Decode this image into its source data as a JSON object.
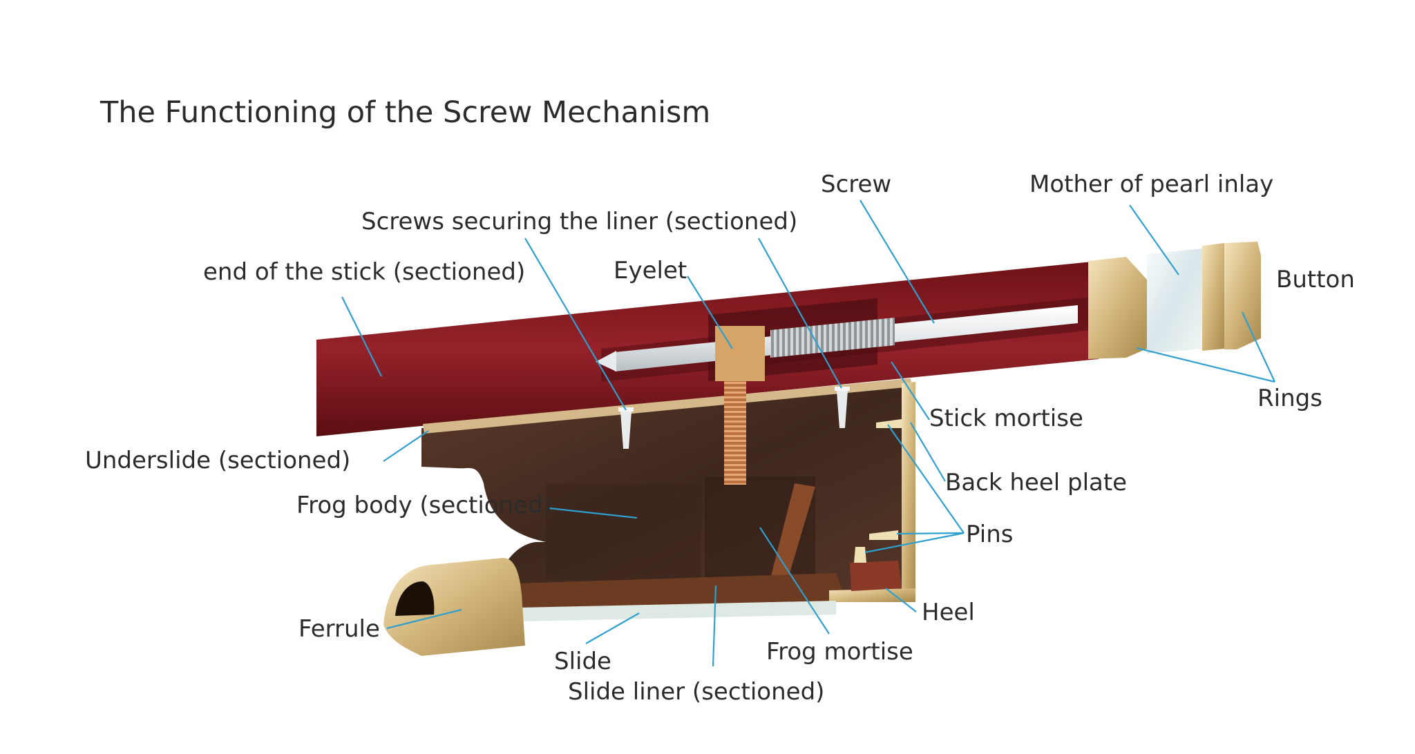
{
  "title": "The Functioning of the Screw Mechanism",
  "colors": {
    "leader": "#2f9fcf",
    "stick": "#8a1a1e",
    "frog_wood": "#4a2f22",
    "gold": "#dcc590",
    "eyelet": "#d7a468",
    "pearl": "#e8eef0"
  },
  "labels": {
    "screw": "Screw",
    "mother_of_pearl": "Mother of pearl inlay",
    "screws_securing": "Screws securing the liner (sectioned)",
    "end_of_stick": "end of the stick (sectioned)",
    "eyelet": "Eyelet",
    "button": "Button",
    "rings": "Rings",
    "stick_mortise": "Stick mortise",
    "underslide": "Underslide (sectioned)",
    "back_heel_plate": "Back heel plate",
    "frog_body": "Frog body (sectioned)",
    "pins": "Pins",
    "heel": "Heel",
    "ferrule": "Ferrule",
    "frog_mortise": "Frog mortise",
    "slide": "Slide",
    "slide_liner": "Slide liner (sectioned)"
  }
}
